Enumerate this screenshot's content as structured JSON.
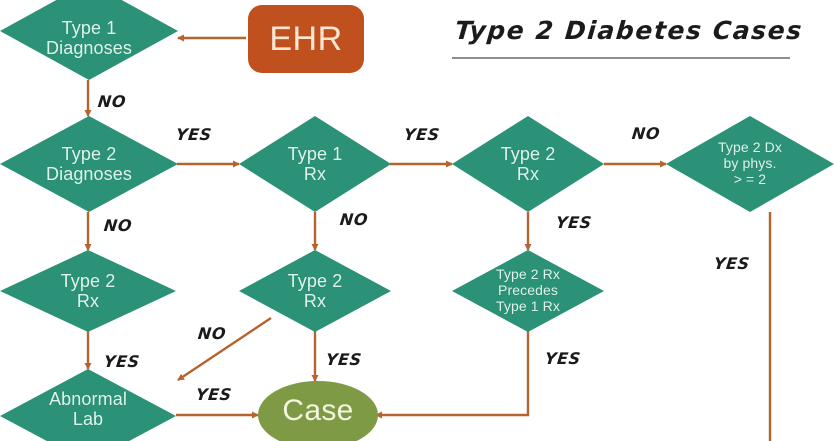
{
  "diagram": {
    "title": "Type 2 Diabetes Cases",
    "type": "flowchart",
    "colors": {
      "decision_fill": "#2b9177",
      "source_fill": "#c0501d",
      "terminal_fill": "#7f9a45",
      "connector": "#b5642e",
      "background": "#ffffff",
      "node_text": "#dff5ea",
      "label_text": "#1a1a1a",
      "rule": "#8d8d8d"
    },
    "nodes": [
      {
        "id": "ehr",
        "shape": "rounded-rect",
        "label": "EHR"
      },
      {
        "id": "type1_dx",
        "shape": "diamond",
        "label": "Type 1\nDiagnoses"
      },
      {
        "id": "type2_dx",
        "shape": "diamond",
        "label": "Type 2\nDiagnoses"
      },
      {
        "id": "type1_rx",
        "shape": "diamond",
        "label": "Type 1\nRx"
      },
      {
        "id": "type2_rx_right",
        "shape": "diamond",
        "label": "Type 2\nRx"
      },
      {
        "id": "type2_dx_phys",
        "shape": "diamond",
        "label": "Type 2 Dx\nby phys.\n> = 2"
      },
      {
        "id": "type2_rx_left",
        "shape": "diamond",
        "label": "Type 2\nRx"
      },
      {
        "id": "type2_rx_mid",
        "shape": "diamond",
        "label": "Type 2\nRx"
      },
      {
        "id": "type2_precedes",
        "shape": "diamond",
        "label": "Type 2 Rx\nPrecedes\nType 1 Rx"
      },
      {
        "id": "abnormal_lab",
        "shape": "diamond",
        "label": "Abnormal\nLab"
      },
      {
        "id": "case",
        "shape": "ellipse",
        "label": "Case"
      }
    ],
    "edges": [
      {
        "from": "ehr",
        "to": "type1_dx",
        "label": ""
      },
      {
        "from": "type1_dx",
        "to": "type2_dx",
        "label": "NO"
      },
      {
        "from": "type2_dx",
        "to": "type1_rx",
        "label": "YES"
      },
      {
        "from": "type2_dx",
        "to": "type2_rx_left",
        "label": "NO"
      },
      {
        "from": "type1_rx",
        "to": "type2_rx_right",
        "label": "YES"
      },
      {
        "from": "type1_rx",
        "to": "type2_rx_mid",
        "label": "NO"
      },
      {
        "from": "type2_rx_right",
        "to": "type2_dx_phys",
        "label": "NO"
      },
      {
        "from": "type2_rx_right",
        "to": "type2_precedes",
        "label": "YES"
      },
      {
        "from": "type2_dx_phys",
        "to": "offpage",
        "label": "YES"
      },
      {
        "from": "type2_rx_left",
        "to": "abnormal_lab",
        "label": "YES"
      },
      {
        "from": "type2_rx_mid",
        "to": "case",
        "label": "YES"
      },
      {
        "from": "type2_rx_mid",
        "to": "offpage-down-left",
        "label": "NO"
      },
      {
        "from": "type2_precedes",
        "to": "case",
        "label": "YES"
      },
      {
        "from": "abnormal_lab",
        "to": "case",
        "label": "YES"
      }
    ],
    "edge_labels": [
      {
        "key": "no_t1dx",
        "text": "NO"
      },
      {
        "key": "yes_t2dx",
        "text": "YES"
      },
      {
        "key": "no_t2dx",
        "text": "NO"
      },
      {
        "key": "yes_t1rx",
        "text": "YES"
      },
      {
        "key": "no_t1rx",
        "text": "NO"
      },
      {
        "key": "no_t2rx_right",
        "text": "NO"
      },
      {
        "key": "yes_t2rx_right",
        "text": "YES"
      },
      {
        "key": "yes_phys",
        "text": "YES"
      },
      {
        "key": "yes_t2rx_left",
        "text": "YES"
      },
      {
        "key": "no_t2rx_mid",
        "text": "NO"
      },
      {
        "key": "yes_t2rx_mid",
        "text": "YES"
      },
      {
        "key": "yes_precedes",
        "text": "YES"
      },
      {
        "key": "yes_lab",
        "text": "YES"
      }
    ]
  }
}
